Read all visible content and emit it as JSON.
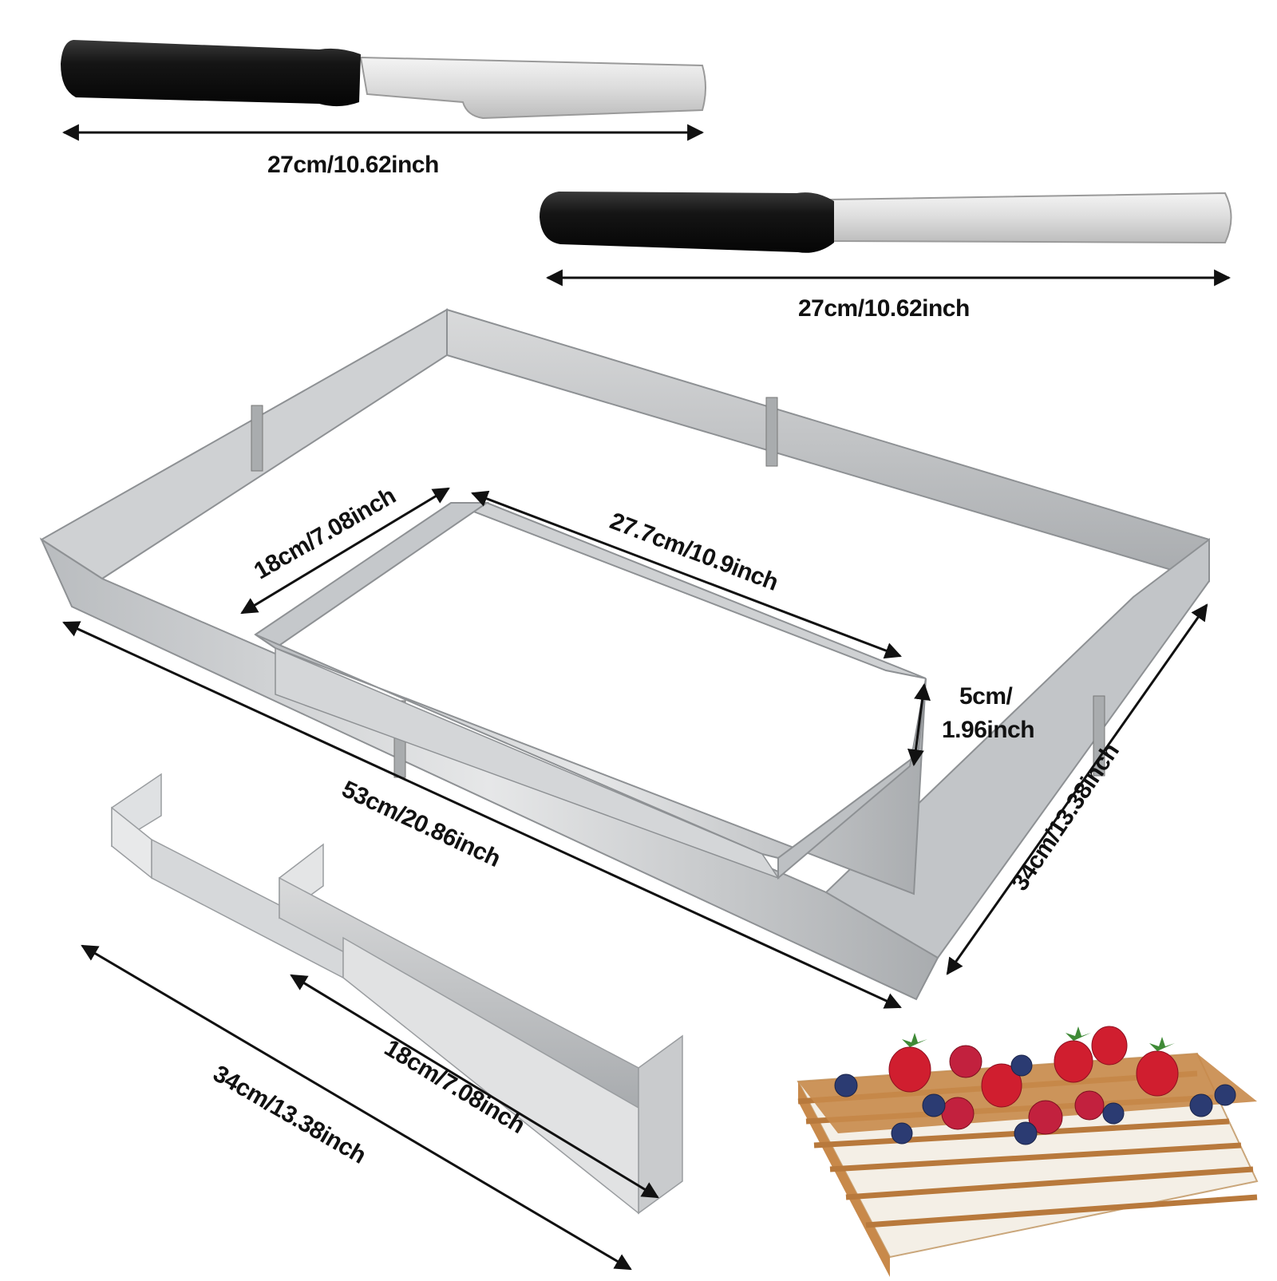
{
  "colors": {
    "steel_light": "#e9eaeb",
    "steel_mid": "#c6c8ca",
    "steel_dark": "#9ea1a4",
    "handle": "#141414",
    "arrow": "#111111",
    "sponge": "#c8894a",
    "cream": "#f4efe6",
    "strawberry": "#d01e2f",
    "raspberry": "#c2213e",
    "blueberry": "#2b3b72"
  },
  "items": {
    "spatula_offset": {
      "icon": "offset-spatula-icon",
      "length_label": "27cm/10.62inch"
    },
    "spatula_straight": {
      "icon": "straight-spatula-icon",
      "length_label": "27cm/10.62inch"
    },
    "large_ring": {
      "icon": "large-rectangle-ring-icon",
      "length_label": "53cm/20.86inch",
      "width_label": "34cm/13.38inch"
    },
    "small_ring": {
      "icon": "small-rectangle-ring-icon",
      "width_label": "18cm/7.08inch",
      "length_label": "27.7cm/10.9inch",
      "height_label_line1": "5cm/",
      "height_label_line2": "1.96inch"
    },
    "extension_piece": {
      "icon": "extension-piece-icon",
      "long_label": "34cm/13.38inch",
      "short_label": "18cm/7.08inch"
    },
    "cake": {
      "icon": "layered-cake-icon"
    }
  }
}
